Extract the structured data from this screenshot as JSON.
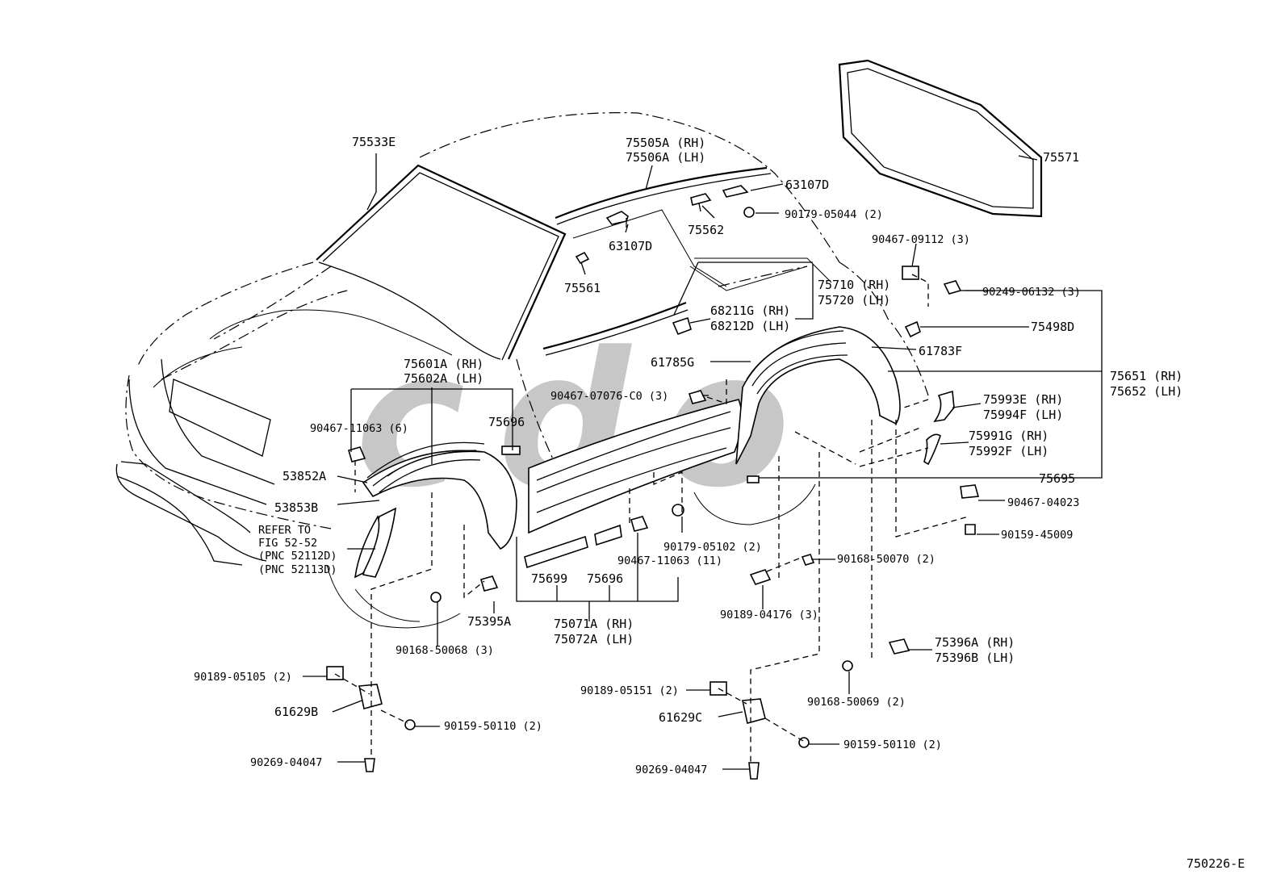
{
  "figure_code": "750226-E",
  "watermark": {
    "text": "cdo",
    "color": "#9a9a9a"
  },
  "labels": {
    "l75533E": "75533E",
    "l75505A": "75505A (RH)",
    "l75506A": "75506A (LH)",
    "l63107D_a": "63107D",
    "l90179_05044": "90179-05044 (2)",
    "l75562": "75562",
    "l63107D_b": "63107D",
    "l75561": "75561",
    "l75571": "75571",
    "l90467_09112": "90467-09112 (3)",
    "l90249_06132": "90249-06132 (3)",
    "l75710": "75710 (RH)",
    "l75720": "75720 (LH)",
    "l68211G": "68211G (RH)",
    "l68212D": "68212D (LH)",
    "l75498D": "75498D",
    "l61783F": "61783F",
    "l61785G": "61785G",
    "l75651": "75651 (RH)",
    "l75652": "75652 (LH)",
    "l75601A": "75601A (RH)",
    "l75602A": "75602A (LH)",
    "l90467_07076": "90467-07076-C0 (3)",
    "l75993E": "75993E (RH)",
    "l75994F": "75994F (LH)",
    "l90467_11063_6": "90467-11063 (6)",
    "l75696_a": "75696",
    "l75991G": "75991G (RH)",
    "l75992F": "75992F (LH)",
    "l53852A": "53852A",
    "l75695": "75695",
    "l53853B": "53853B",
    "l90467_04023": "90467-04023",
    "l90179_05102": "90179-05102 (2)",
    "ref1": "REFER TO",
    "ref2": "FIG 52-52",
    "ref3": "(PNC 52112D)",
    "ref4": "(PNC 52113D)",
    "l90159_45009": "90159-45009",
    "l90467_11063_11": "90467-11063 (11)",
    "l90168_50070": "90168-50070 (2)",
    "l75699": "75699",
    "l75696_b": "75696",
    "l75395A": "75395A",
    "l75071A": "75071A (RH)",
    "l75072A": "75072A (LH)",
    "l90189_04176": "90189-04176 (3)",
    "l90168_50068": "90168-50068 (3)",
    "l75396A": "75396A (RH)",
    "l75396B": "75396B (LH)",
    "l90189_05105": "90189-05105 (2)",
    "l90189_05151": "90189-05151 (2)",
    "l90168_50069": "90168-50069 (2)",
    "l61629B": "61629B",
    "l61629C": "61629C",
    "l90159_50110_a": "90159-50110 (2)",
    "l90159_50110_b": "90159-50110 (2)",
    "l90269_04047_a": "90269-04047",
    "l90269_04047_b": "90269-04047"
  }
}
